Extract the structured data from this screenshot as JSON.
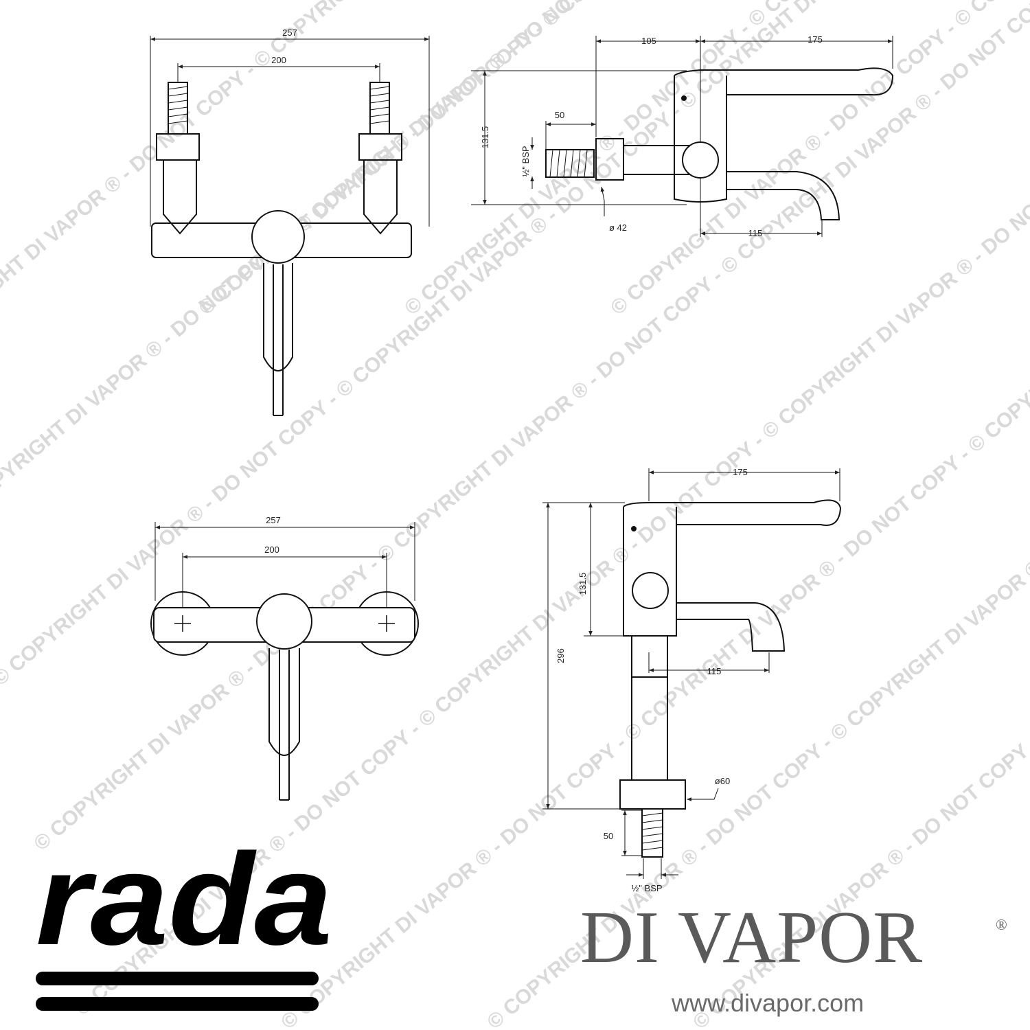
{
  "watermark": {
    "text": "© COPYRIGHT DI VAPOR ® - DO NOT COPY - ",
    "color": "#d9d9d9"
  },
  "views": {
    "front_top": {
      "overall_width": "257",
      "centres": "200"
    },
    "side_top": {
      "body_depth": "105",
      "lever_reach": "175",
      "height": "131.5",
      "inlet_length": "50",
      "inlet_thread": "½\" BSP",
      "shroud_diameter": "ø 42",
      "spout_reach": "115"
    },
    "front_bottom": {
      "overall_width": "257",
      "centres": "200"
    },
    "side_bottom": {
      "lever_reach": "175",
      "body_height": "131.5",
      "overall_height": "296",
      "spout_reach": "115",
      "base_diameter": "ø60",
      "inlet_length": "50",
      "inlet_thread": "½\" BSP"
    }
  },
  "brand_rada": {
    "logo_text": "rada",
    "color": "#000000"
  },
  "brand_divapor": {
    "name": "DI VAPOR",
    "registered_mark": "®",
    "website": "www.divapor.com",
    "color": "#5a5a5a"
  }
}
